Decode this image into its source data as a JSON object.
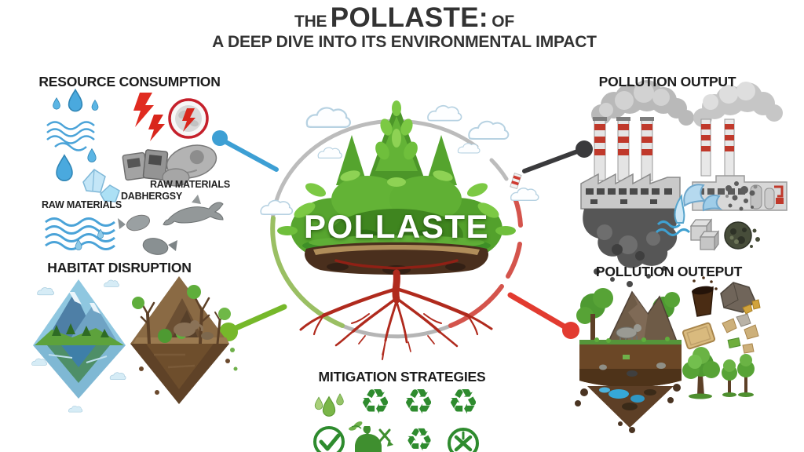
{
  "title": {
    "prefix": "THE",
    "main": "POLLASTE:",
    "suffix": "OF",
    "subtitle": "A DEEP DIVE INTO ITS ENVIRONMENTAL IMPACT"
  },
  "center": {
    "label": "POLLASTE"
  },
  "sections": {
    "resource_consumption": {
      "heading": "RESOURCE CONSUMPTION",
      "label_left": "RAW MATERIALS",
      "label_right": "RAW MATERIALS",
      "label_extra": "DABHERGSY"
    },
    "pollution_output_top": {
      "heading": "POLLUTION OUTPUT"
    },
    "habitat_disruption": {
      "heading": "HABITAT DISRUPTION"
    },
    "pollution_output_bottom": {
      "heading": "POLLUTION OUTEPUT"
    },
    "mitigation": {
      "heading": "MITIGATION STRATEGIES"
    }
  },
  "glyphs": {
    "recycle": "♻"
  },
  "icons": {
    "resource_consumption": [
      "water-drops-icon",
      "water-waves-icon",
      "lightning-bolts-icon",
      "energy-globe-icon",
      "water-crystals-icon",
      "machinery-icon",
      "appliances-icon",
      "dolphin-icon",
      "fish-icon"
    ],
    "pollution_output_top": [
      "smokestack-factory-icon",
      "factory-icon",
      "smoke-icon",
      "polluted-island-icon",
      "wave-curl-icon",
      "particle-cluster-icon",
      "water-waves-icon",
      "waste-cubes-icon",
      "trash-ball-icon"
    ],
    "habitat_disruption": [
      "mountain-island-icon",
      "deforested-island-icon"
    ],
    "pollution_output_bottom": [
      "degraded-land-icon",
      "trash-pot-icon",
      "rock-debris-icon",
      "cardboard-icon",
      "litter-icon",
      "tree-icon"
    ],
    "mitigation": [
      "green-drops-icon",
      "recycle-icon",
      "recycle-icon",
      "recycle-icon",
      "check-circle-icon",
      "compost-bag-icon",
      "recycle-icon",
      "no-waste-circle-icon"
    ]
  },
  "colors": {
    "connector_blue": "#3d9fd4",
    "connector_dark": "#3a3a3c",
    "connector_green": "#76b82a",
    "connector_red": "#e23b30",
    "ring_gray": "#bcbcbc",
    "ring_green": "#9abf63",
    "ring_red": "#d4544c",
    "title_text": "#333333",
    "heading_text": "#1c1c1c",
    "mitigation_green": "#2e8b2e",
    "pollaste_text": "#ffffff"
  }
}
